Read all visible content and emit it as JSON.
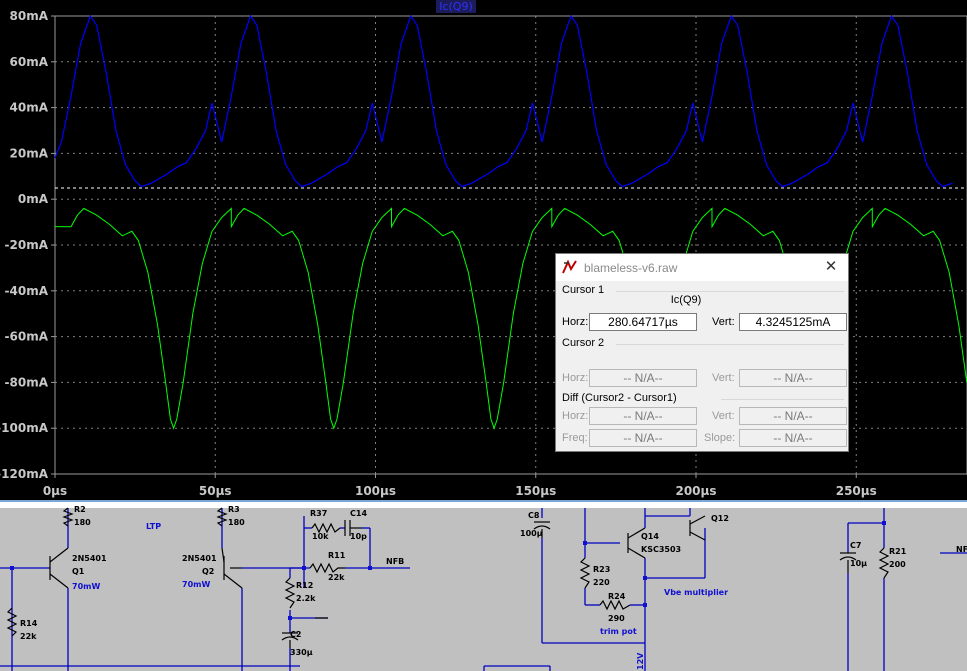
{
  "plot": {
    "trace_name": "Ic(Q9)",
    "y_ticks": [
      "80mA",
      "60mA",
      "40mA",
      "20mA",
      "0mA",
      "-20mA",
      "-40mA",
      "-60mA",
      "-80mA",
      "-100mA",
      "-120mA"
    ],
    "x_ticks": [
      "0µs",
      "50µs",
      "100µs",
      "150µs",
      "200µs",
      "250µs"
    ],
    "colors": {
      "trace1": "#0000ff",
      "trace2": "#00ff00",
      "background": "#000000",
      "grid": "#808080"
    }
  },
  "cursor_window": {
    "title": "blameless-v6.raw",
    "cursor1": {
      "group_label": "Cursor 1",
      "trace": "Ic(Q9)",
      "horz_label": "Horz:",
      "horz_value": "280.64717µs",
      "vert_label": "Vert:",
      "vert_value": "4.3245125mA"
    },
    "cursor2": {
      "group_label": "Cursor 2",
      "horz_label": "Horz:",
      "horz_value": "-- N/A--",
      "vert_label": "Vert:",
      "vert_value": "-- N/A--"
    },
    "diff": {
      "group_label": "Diff (Cursor2 - Cursor1)",
      "horz_label": "Horz:",
      "horz_value": "-- N/A--",
      "vert_label": "Vert:",
      "vert_value": "-- N/A--",
      "freq_label": "Freq:",
      "freq_value": "-- N/A--",
      "slope_label": "Slope:",
      "slope_value": "-- N/A--"
    }
  },
  "schematic": {
    "labels": {
      "r2": "R2",
      "r2_val": "180",
      "ltp": "LTP",
      "r3": "R3",
      "r3_val": "180",
      "q1_part": "2N5401",
      "q1": "Q1",
      "q1_pwr": "70mW",
      "q2_part": "2N5401",
      "q2": "Q2",
      "q2_pwr": "70mW",
      "r14": "R14",
      "r14_val": "22k",
      "r37": "R37",
      "r37_val": "10k",
      "c14": "C14",
      "c14_val": "10p",
      "r11": "R11",
      "r11_val": "22k",
      "nfb": "NFB",
      "r12": "R12",
      "r12_val": "2.2k",
      "c2": "C2",
      "c2_val": "330µ",
      "c8": "C8",
      "c8_val": "100µ",
      "q14": "Q14",
      "q14_part": "KSC3503",
      "q12": "Q12",
      "r23": "R23",
      "r23_val": "220",
      "r24": "R24",
      "r24_val": "290",
      "vbe": "Vbe multiplier",
      "trim": "trim pot",
      "v12": "12V",
      "c7": "C7",
      "c7_val": "10µ",
      "r21": "R21",
      "r21_val": "200",
      "nfb2": "NF"
    }
  }
}
